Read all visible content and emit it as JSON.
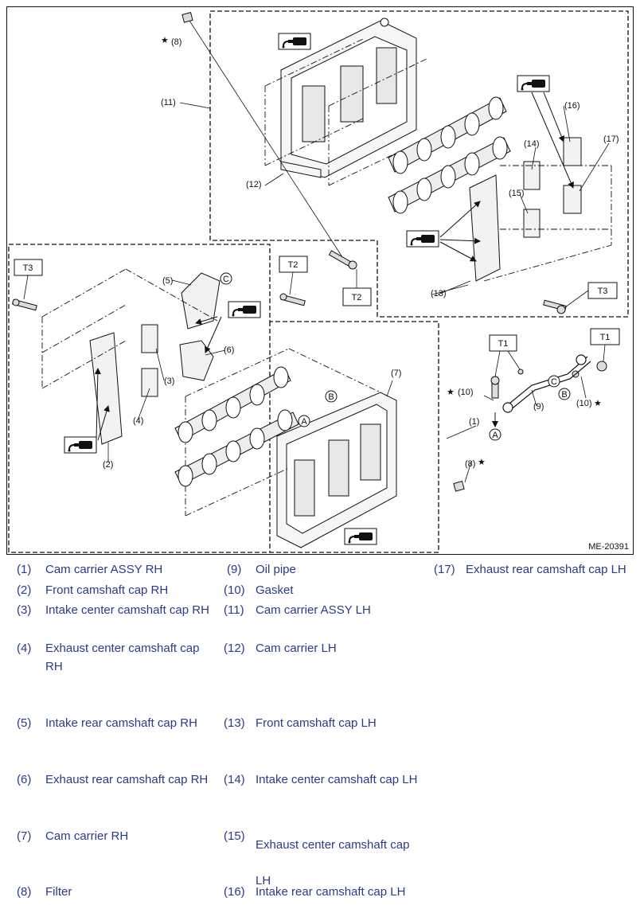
{
  "diagram": {
    "figure_id": "ME-20391",
    "callouts": {
      "c1": "(1)",
      "c2": "(2)",
      "c3": "(3)",
      "c4": "(4)",
      "c5": "(5)",
      "c6": "(6)",
      "c7": "(7)",
      "c8a": "(8)",
      "c8b": "(8)",
      "c9": "(9)",
      "c10a": "(10)",
      "c10b": "(10)",
      "c11": "(11)",
      "c12": "(12)",
      "c13": "(13)",
      "c14": "(14)",
      "c15": "(15)",
      "c16": "(16)",
      "c17": "(17)"
    },
    "torque_tags": {
      "t3_left": "T3",
      "t2_center": "T2",
      "t2_left": "T2",
      "t3_right": "T3",
      "t1_left": "T1",
      "t1_right": "T1"
    },
    "ref_markers": {
      "a1": "A",
      "a2": "A",
      "b1": "B",
      "b2": "B",
      "c1": "C",
      "c2": "C"
    },
    "star": "★"
  },
  "legend": [
    {
      "num": "(1)",
      "text": "Cam carrier ASSY RH"
    },
    {
      "num": "(2)",
      "text": "Front camshaft cap RH"
    },
    {
      "num": "(3)",
      "text": "Intake center camshaft cap RH"
    },
    {
      "num": "(4)",
      "text": "Exhaust center camshaft cap RH"
    },
    {
      "num": "(5)",
      "text": "Intake rear camshaft cap RH"
    },
    {
      "num": "(6)",
      "text": "Exhaust rear camshaft cap RH"
    },
    {
      "num": "(7)",
      "text": "Cam carrier RH"
    },
    {
      "num": "(8)",
      "text": "Filter"
    },
    {
      "num": "(9)",
      "text": "Oil pipe"
    },
    {
      "num": "(10)",
      "text": "Gasket"
    },
    {
      "num": "(11)",
      "text": "Cam carrier ASSY LH"
    },
    {
      "num": "(12)",
      "text": "Cam carrier LH"
    },
    {
      "num": "(13)",
      "text": "Front camshaft cap LH"
    },
    {
      "num": "(14)",
      "text": "Intake center camshaft cap LH"
    },
    {
      "num": "(15)",
      "text": "Exhaust center camshaft cap LH"
    },
    {
      "num": "(16)",
      "text": "Intake rear camshaft cap LH"
    },
    {
      "num": "(17)",
      "text": "Exhaust rear camshaft cap LH"
    }
  ]
}
